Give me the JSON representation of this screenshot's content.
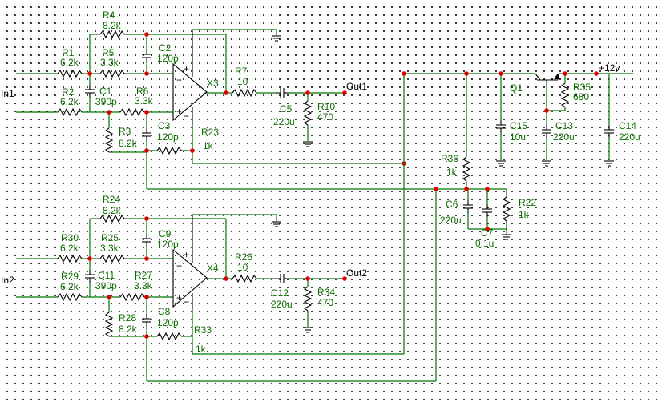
{
  "schematic": {
    "ports": {
      "in1": "In1",
      "in2": "In2",
      "out1": "Out1",
      "out2": "Out2",
      "supply": "+12v"
    },
    "components": {
      "R4": {
        "name": "R4",
        "value": "8.2k"
      },
      "R1": {
        "name": "R1",
        "value": "6.2k"
      },
      "R5": {
        "name": "R5",
        "value": "3.3k"
      },
      "C2": {
        "name": "C2",
        "value": "120p"
      },
      "R2": {
        "name": "R2",
        "value": "6.2k"
      },
      "C1": {
        "name": "C1",
        "value": "390p"
      },
      "R6": {
        "name": "R6",
        "value": "3.3k"
      },
      "X3": {
        "name": "X3"
      },
      "R7": {
        "name": "R7",
        "value": "10"
      },
      "C5": {
        "name": "C5",
        "value": "220u"
      },
      "R10": {
        "name": "R10",
        "value": "470"
      },
      "R3": {
        "name": "R3",
        "value": "8.2k"
      },
      "C3": {
        "name": "C3",
        "value": "120p"
      },
      "R23": {
        "name": "R23",
        "value": "1k"
      },
      "Q1": {
        "name": "Q1"
      },
      "R35": {
        "name": "R35",
        "value": "680"
      },
      "C15": {
        "name": "C15",
        "value": "10u"
      },
      "C13": {
        "name": "C13",
        "value": "220u"
      },
      "C14": {
        "name": "C14",
        "value": "220u"
      },
      "R36": {
        "name": "R36",
        "value": "1k"
      },
      "C6": {
        "name": "C6",
        "value": "220u"
      },
      "C7": {
        "name": "C7",
        "value": "0.1u"
      },
      "R22": {
        "name": "R22",
        "value": "1k"
      },
      "R24": {
        "name": "R24",
        "value": "8.2k"
      },
      "R30": {
        "name": "R30",
        "value": "6.2k"
      },
      "R25": {
        "name": "R25",
        "value": "3.3k"
      },
      "C9": {
        "name": "C9",
        "value": "120p"
      },
      "R29": {
        "name": "R29",
        "value": "6.2k"
      },
      "C11": {
        "name": "C11",
        "value": "390p"
      },
      "R27": {
        "name": "R27",
        "value": "3.3k"
      },
      "X4": {
        "name": "X4"
      },
      "R26": {
        "name": "R26",
        "value": "10"
      },
      "C12": {
        "name": "C12",
        "value": "220u"
      },
      "R34": {
        "name": "R34",
        "value": "470"
      },
      "R28": {
        "name": "R28",
        "value": "8.2k"
      },
      "C8": {
        "name": "C8",
        "value": "120p"
      },
      "R33": {
        "name": "R33",
        "value": "1k"
      }
    },
    "colors": {
      "wire": "#007800",
      "node": "#e00000",
      "label": "#0d6e00",
      "port_text": "#000000"
    }
  }
}
